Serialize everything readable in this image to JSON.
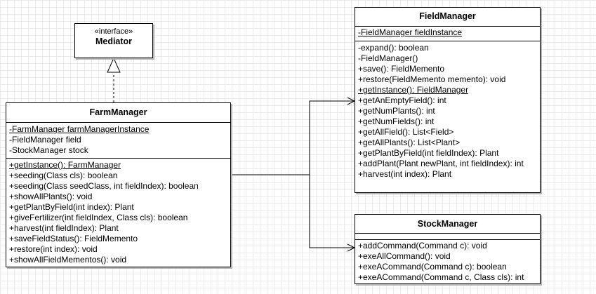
{
  "mediator": {
    "stereotype": "«interface»",
    "name": "Mediator"
  },
  "farm_manager": {
    "name": "FarmManager",
    "attributes": [
      {
        "text": "-FarmManager farmManagerInstance",
        "static": true
      },
      {
        "text": "-FieldManager field",
        "static": false
      },
      {
        "text": "-StockManager stock",
        "static": false
      }
    ],
    "operations": [
      {
        "text": "+getInstance(): FarmManager",
        "static": true
      },
      {
        "text": "+seeding(Class cls): boolean",
        "static": false
      },
      {
        "text": "+seeding(Class seedClass, int fieldIndex): boolean",
        "static": false
      },
      {
        "text": "+showAllPlants(): void",
        "static": false
      },
      {
        "text": "+getPlantByField(int index): Plant",
        "static": false
      },
      {
        "text": "+giveFertilizer(int fieldIndex, Class cls): boolean",
        "static": false
      },
      {
        "text": "+harvest(int fieldIndex): Plant",
        "static": false
      },
      {
        "text": "+saveFieldStatus(): FieldMemento",
        "static": false
      },
      {
        "text": "+restore(int index): void",
        "static": false
      },
      {
        "text": "+showAllFieldMementos(): void",
        "static": false
      }
    ]
  },
  "field_manager": {
    "name": "FieldManager",
    "attributes": [
      {
        "text": "-FieldManager fieldInstance",
        "static": true
      }
    ],
    "operations": [
      {
        "text": "-expand(): boolean",
        "static": false
      },
      {
        "text": "-FieldManager()",
        "static": false
      },
      {
        "text": "+save(): FieldMemento",
        "static": false
      },
      {
        "text": "+restore(FieldMemento memento): void",
        "static": false
      },
      {
        "text": "+getInstance(): FieldManager",
        "static": true
      },
      {
        "text": "+getAnEmptyField(): int",
        "static": false
      },
      {
        "text": "+getNumPlants(): int",
        "static": false
      },
      {
        "text": "+getNumFields(): int",
        "static": false
      },
      {
        "text": "+getAllField(): List<Field>",
        "static": false
      },
      {
        "text": "+getAllPlants(): List<Plant>",
        "static": false
      },
      {
        "text": "+getPlantByField(int fieldIndex): Plant",
        "static": false
      },
      {
        "text": "+addPlant(Plant newPlant, int fieldIndex): int",
        "static": false
      },
      {
        "text": "+harvest(int index): Plant",
        "static": false
      }
    ]
  },
  "stock_manager": {
    "name": "StockManager",
    "attributes": [],
    "operations": [
      {
        "text": "+addCommand(Command c): void",
        "static": false
      },
      {
        "text": "+exeAllCommand(): void",
        "static": false
      },
      {
        "text": "+exeACommand(Command c): boolean",
        "static": false
      },
      {
        "text": "+exeACommand(Command c, Class cls): int",
        "static": false
      }
    ]
  }
}
